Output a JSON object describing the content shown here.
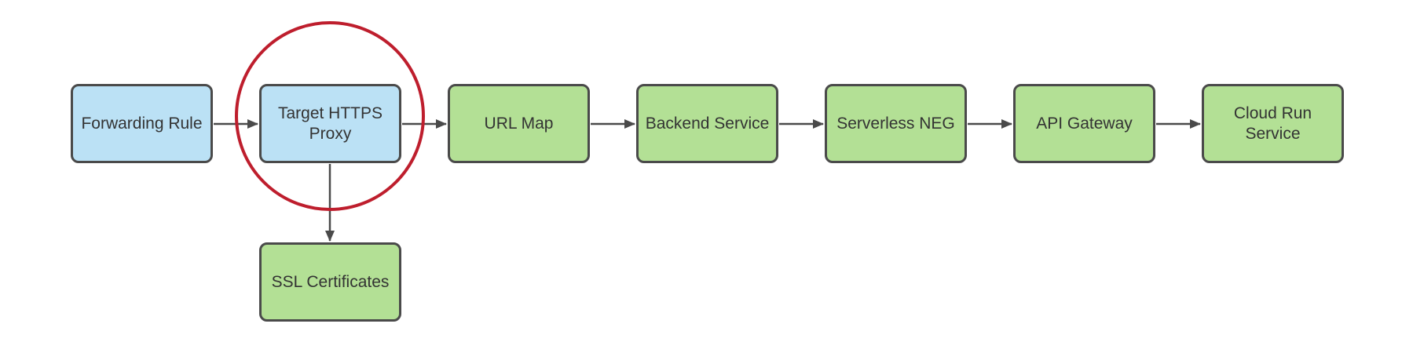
{
  "diagram": {
    "type": "flowchart",
    "description": "Left-to-right flow of load balancing components with one annotated node",
    "nodes": [
      {
        "id": "forwarding-rule",
        "label": "Forwarding Rule",
        "color": "blue"
      },
      {
        "id": "target-https-proxy",
        "label": "Target HTTPS Proxy",
        "color": "blue",
        "highlighted": true
      },
      {
        "id": "url-map",
        "label": "URL Map",
        "color": "green"
      },
      {
        "id": "backend-service",
        "label": "Backend Service",
        "color": "green"
      },
      {
        "id": "serverless-neg",
        "label": "Serverless NEG",
        "color": "green"
      },
      {
        "id": "api-gateway",
        "label": "API Gateway",
        "color": "green"
      },
      {
        "id": "cloud-run-service",
        "label": "Cloud Run Service",
        "color": "green"
      },
      {
        "id": "ssl-certificates",
        "label": "SSL Certificates",
        "color": "green"
      }
    ],
    "edges": [
      {
        "from": "forwarding-rule",
        "to": "target-https-proxy",
        "direction": "right"
      },
      {
        "from": "target-https-proxy",
        "to": "url-map",
        "direction": "right"
      },
      {
        "from": "url-map",
        "to": "backend-service",
        "direction": "right"
      },
      {
        "from": "backend-service",
        "to": "serverless-neg",
        "direction": "right"
      },
      {
        "from": "serverless-neg",
        "to": "api-gateway",
        "direction": "right"
      },
      {
        "from": "api-gateway",
        "to": "cloud-run-service",
        "direction": "right"
      },
      {
        "from": "target-https-proxy",
        "to": "ssl-certificates",
        "direction": "down"
      }
    ],
    "annotations": [
      {
        "type": "circle-highlight",
        "around": "target-https-proxy",
        "color": "#be1e2d"
      }
    ],
    "colors": {
      "node_blue_fill": "#bbe1f5",
      "node_green_fill": "#b3e095",
      "node_border": "#4a4a4a",
      "edge": "#4a4a4a",
      "text": "#333333",
      "highlight_circle": "#be1e2d",
      "background": "#ffffff"
    }
  }
}
